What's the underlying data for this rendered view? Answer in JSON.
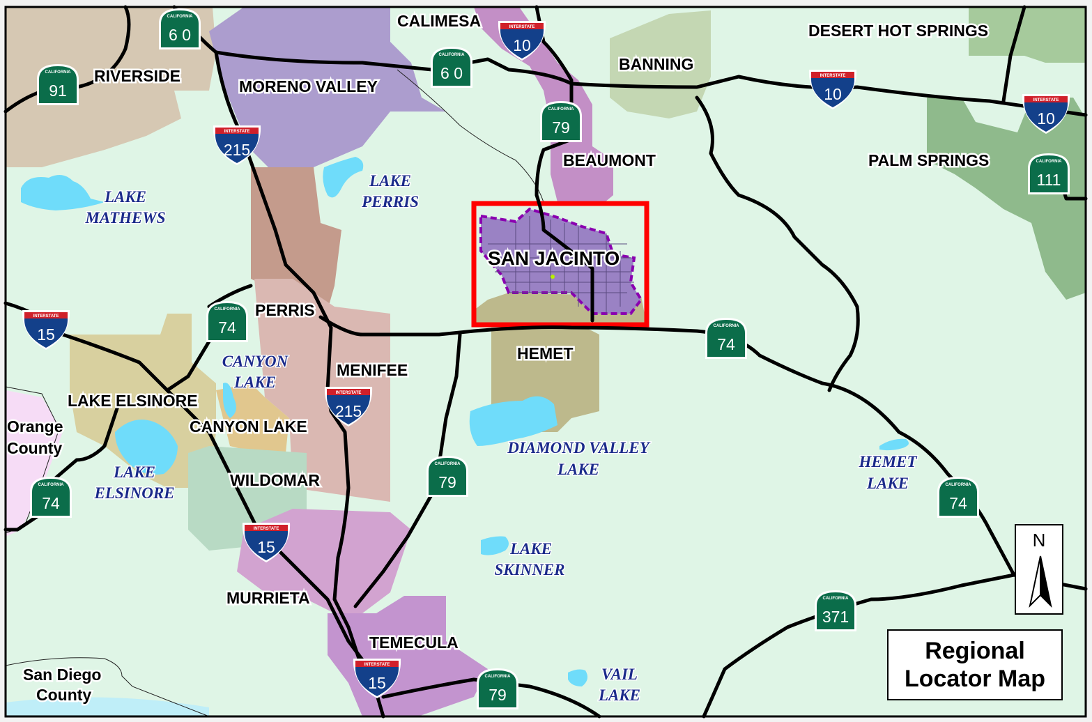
{
  "title": {
    "line1": "Regional",
    "line2": "Locator Map"
  },
  "north_label": "N",
  "colors": {
    "background": "#dff5e6",
    "water": "#6fdcfa",
    "road": "#000000",
    "focus_box": "#ff0000",
    "focus_city": "#9a82c4",
    "focus_boundary": "#8a00b0",
    "interstate_red": "#d0202a",
    "interstate_blue": "#13408a",
    "state_route_green": "#0b6d4a"
  },
  "cities": [
    {
      "id": "riverside",
      "label": "RIVERSIDE"
    },
    {
      "id": "moreno-valley",
      "label": "MORENO VALLEY"
    },
    {
      "id": "calimesa",
      "label": "CALIMESA"
    },
    {
      "id": "banning",
      "label": "BANNING"
    },
    {
      "id": "desert-hot-springs",
      "label": "DESERT HOT SPRINGS"
    },
    {
      "id": "beaumont",
      "label": "BEAUMONT"
    },
    {
      "id": "palm-springs",
      "label": "PALM SPRINGS"
    },
    {
      "id": "san-jacinto",
      "label": "SAN JACINTO"
    },
    {
      "id": "perris",
      "label": "PERRIS"
    },
    {
      "id": "hemet",
      "label": "HEMET"
    },
    {
      "id": "menifee",
      "label": "MENIFEE"
    },
    {
      "id": "lake-elsinore",
      "label": "LAKE ELSINORE"
    },
    {
      "id": "canyon-lake",
      "label": "CANYON LAKE"
    },
    {
      "id": "wildomar",
      "label": "WILDOMAR"
    },
    {
      "id": "murrieta",
      "label": "MURRIETA"
    },
    {
      "id": "temecula",
      "label": "TEMECULA"
    }
  ],
  "counties": [
    {
      "id": "orange",
      "line1": "Orange",
      "line2": "County"
    },
    {
      "id": "san-diego",
      "line1": "San Diego",
      "line2": "County"
    }
  ],
  "lakes": [
    {
      "id": "mathews",
      "line1": "LAKE",
      "line2": "MATHEWS"
    },
    {
      "id": "perris",
      "line1": "LAKE",
      "line2": "PERRIS"
    },
    {
      "id": "canyon",
      "line1": "CANYON",
      "line2": "LAKE"
    },
    {
      "id": "elsinore",
      "line1": "LAKE",
      "line2": "ELSINORE"
    },
    {
      "id": "diamond-valley",
      "line1": "DIAMOND VALLEY",
      "line2": "LAKE"
    },
    {
      "id": "skinner",
      "line1": "LAKE",
      "line2": "SKINNER"
    },
    {
      "id": "hemet",
      "line1": "HEMET",
      "line2": "LAKE"
    },
    {
      "id": "vail",
      "line1": "VAIL",
      "line2": "LAKE"
    }
  ],
  "shield_caption": {
    "interstate": "INTERSTATE",
    "california": "CALIFORNIA"
  },
  "shields": [
    {
      "id": "ca60-a",
      "type": "california",
      "number": "6 0"
    },
    {
      "id": "ca91",
      "type": "california",
      "number": "91"
    },
    {
      "id": "i215-a",
      "type": "interstate",
      "number": "215"
    },
    {
      "id": "i10-a",
      "type": "interstate",
      "number": "10"
    },
    {
      "id": "ca60-b",
      "type": "california",
      "number": "6 0"
    },
    {
      "id": "ca79-a",
      "type": "california",
      "number": "79"
    },
    {
      "id": "i10-b",
      "type": "interstate",
      "number": "10"
    },
    {
      "id": "i10-c",
      "type": "interstate",
      "number": "10"
    },
    {
      "id": "ca111",
      "type": "california",
      "number": "111"
    },
    {
      "id": "i15-a",
      "type": "interstate",
      "number": "15"
    },
    {
      "id": "ca74-a",
      "type": "california",
      "number": "74"
    },
    {
      "id": "i215-b",
      "type": "interstate",
      "number": "215"
    },
    {
      "id": "ca74-b",
      "type": "california",
      "number": "74"
    },
    {
      "id": "ca79-b",
      "type": "california",
      "number": "79"
    },
    {
      "id": "ca74-c",
      "type": "california",
      "number": "74"
    },
    {
      "id": "ca74-d",
      "type": "california",
      "number": "74"
    },
    {
      "id": "i15-b",
      "type": "interstate",
      "number": "15"
    },
    {
      "id": "ca371",
      "type": "california",
      "number": "371"
    },
    {
      "id": "i15-c",
      "type": "interstate",
      "number": "15"
    },
    {
      "id": "ca79-c",
      "type": "california",
      "number": "79"
    }
  ]
}
